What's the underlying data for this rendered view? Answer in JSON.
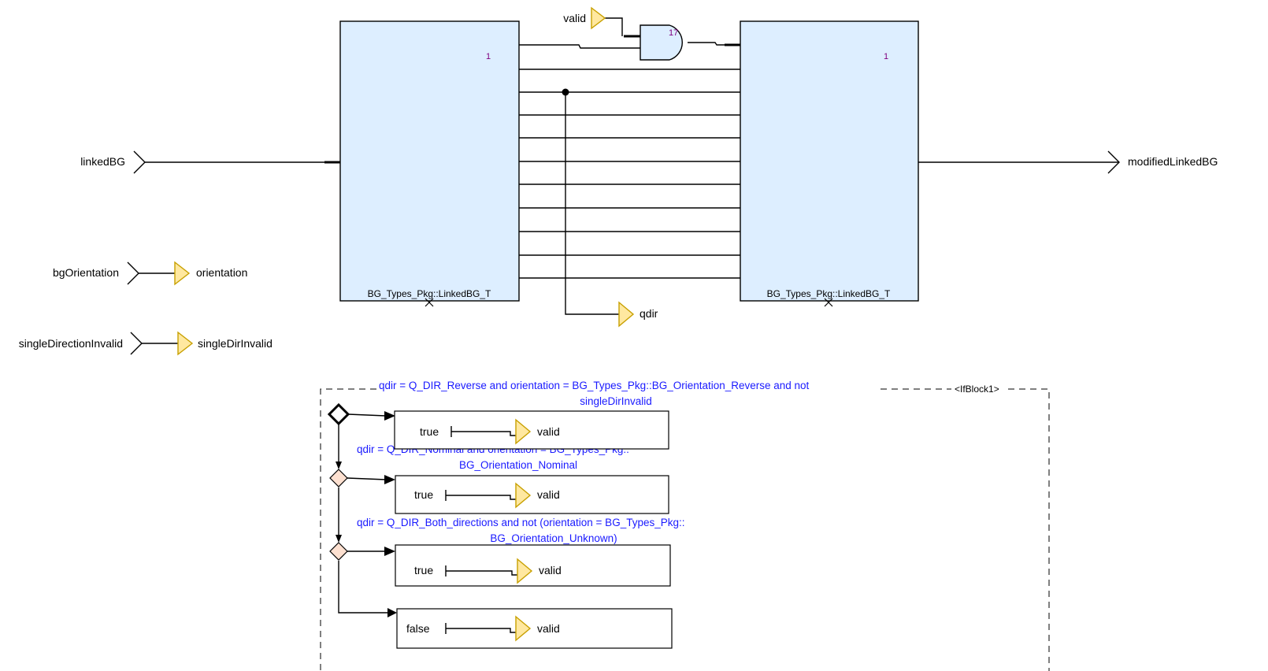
{
  "inputs": {
    "linked_bg": "linkedBG",
    "bg_orientation": "bgOrientation",
    "single_direction_invalid": "singleDirectionInvalid"
  },
  "outputs": {
    "modified_linked_bg": "modifiedLinkedBG"
  },
  "locals": {
    "orientation": "orientation",
    "single_dir_invalid": "singleDirInvalid",
    "valid": "valid",
    "qdir": "qdir"
  },
  "blocks": {
    "split_block": {
      "type_label": "BG_Types_Pkg::LinkedBG_T",
      "number": "1"
    },
    "merge_block": {
      "type_label": "BG_Types_Pkg::LinkedBG_T",
      "number": "1"
    },
    "and_gate": {
      "number": "17"
    }
  },
  "if_block": {
    "label": "<IfBlock1>",
    "branches": [
      {
        "condition_line1": "qdir = Q_DIR_Reverse and orientation = BG_Types_Pkg::BG_Orientation_Reverse and  not",
        "condition_line2": "singleDirInvalid",
        "value": "true",
        "target": "valid"
      },
      {
        "condition_line1": "qdir = Q_DIR_Nominal and orientation = BG_Types_Pkg::",
        "condition_line2": "BG_Orientation_Nominal",
        "value": "true",
        "target": "valid"
      },
      {
        "condition_line1": "qdir = Q_DIR_Both_directions and  not (orientation = BG_Types_Pkg::",
        "condition_line2": "BG_Orientation_Unknown)",
        "value": "true",
        "target": "valid"
      },
      {
        "value": "false",
        "target": "valid"
      }
    ]
  },
  "colors": {
    "block_fill": "#ddeeff",
    "port_fill": "#ffe8a0",
    "port_stroke": "#c8a000",
    "condition_text": "#1a1aff",
    "decision_fill": "#fde0d0",
    "number_text": "#800080"
  }
}
